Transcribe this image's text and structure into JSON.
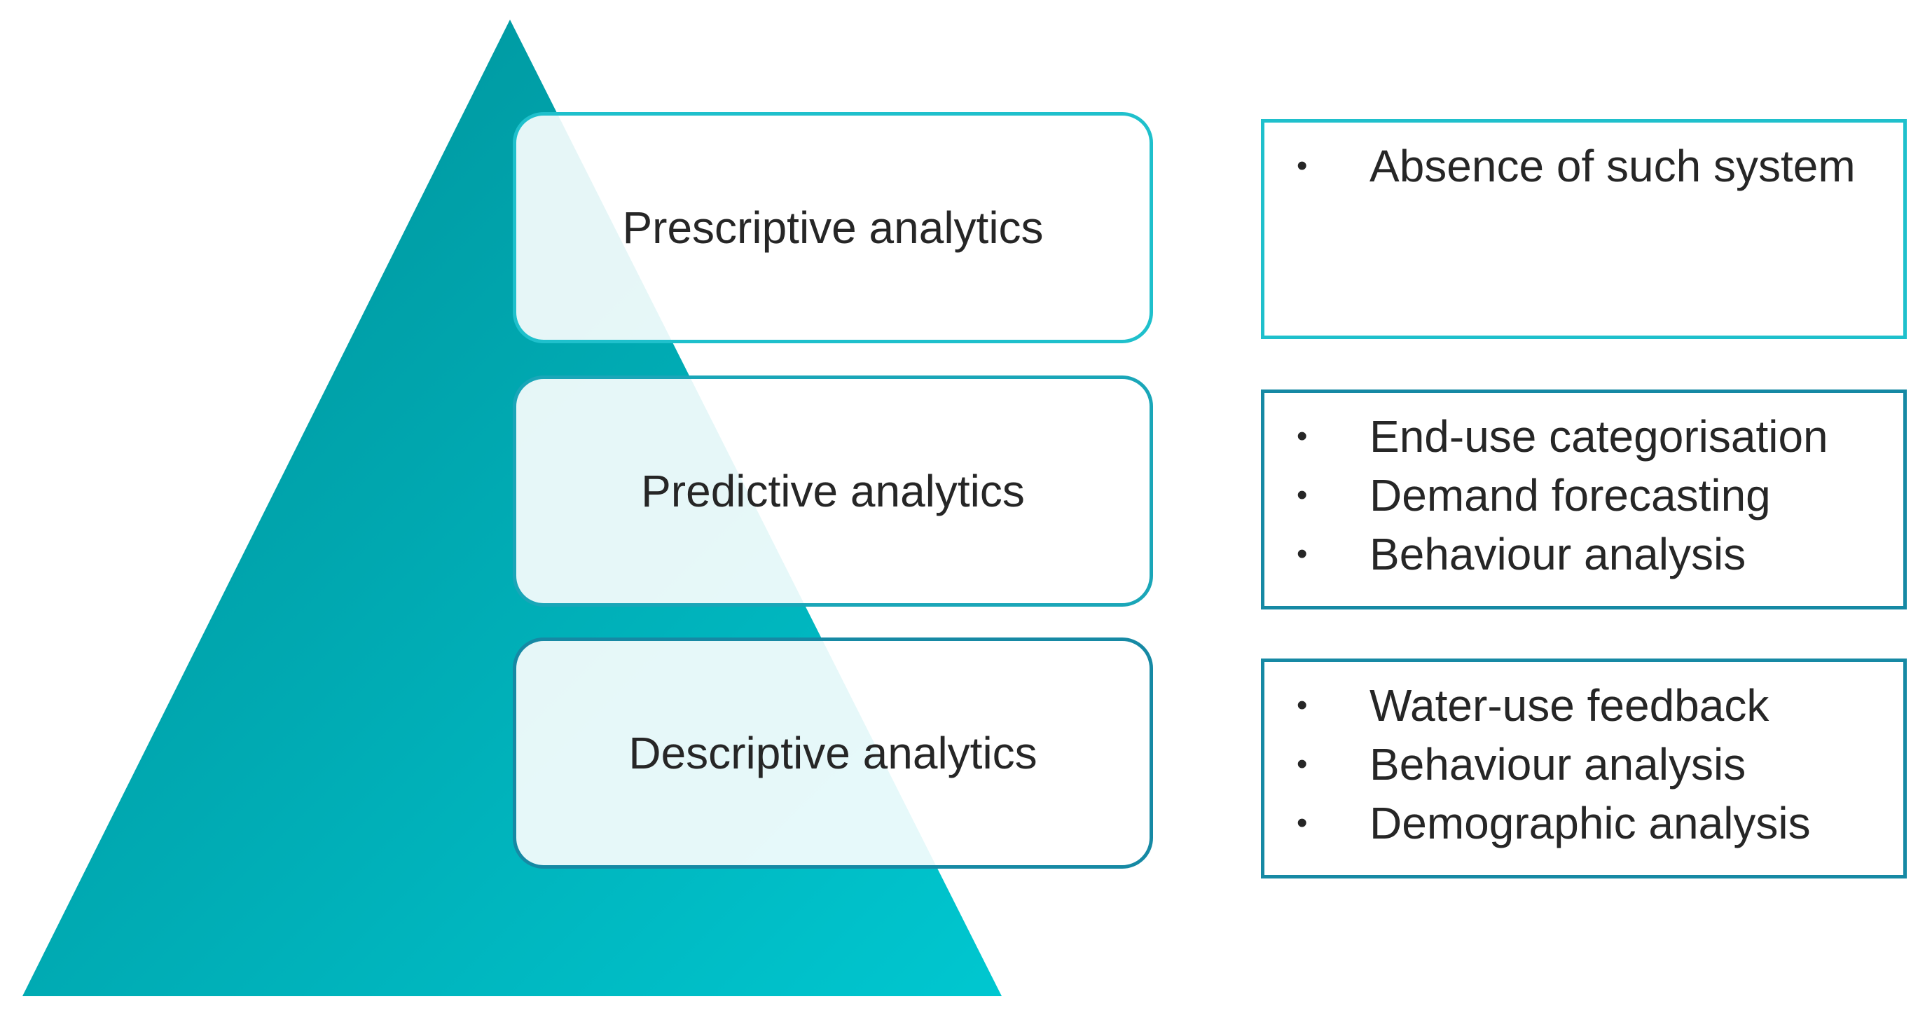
{
  "levels": [
    {
      "label": "Prescriptive analytics",
      "details": [
        "Absence of such system"
      ]
    },
    {
      "label": "Predictive analytics",
      "details": [
        "End-use categorisation",
        "Demand forecasting",
        "Behaviour analysis"
      ]
    },
    {
      "label": "Descriptive analytics",
      "details": [
        "Water-use feedback",
        "Behaviour analysis",
        "Demographic analysis"
      ]
    }
  ],
  "bullet_glyph": "•",
  "colors": {
    "pyramid_dark": "#008e96",
    "pyramid_light": "#00c7d0",
    "border_light": "#1fc0cc",
    "border_medium": "#1aa6b8",
    "border_dark": "#1689a4",
    "text": "#262626"
  }
}
